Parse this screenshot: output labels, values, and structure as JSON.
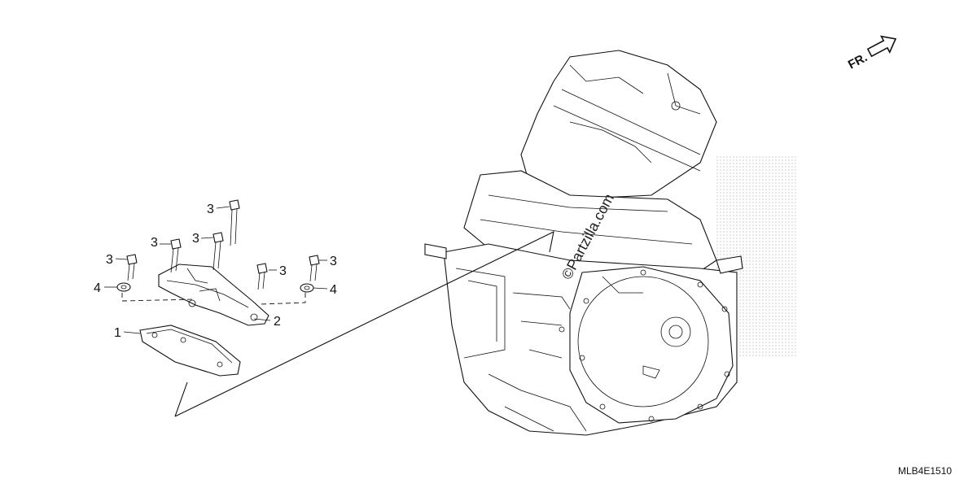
{
  "diagram": {
    "callouts": [
      "1",
      "2",
      "3",
      "3",
      "3",
      "3",
      "3",
      "3",
      "4",
      "4"
    ],
    "direction_label": "FR.",
    "watermark": "©Partzilla.com",
    "reference_code": "MLB4E1510",
    "icons": [
      "front-direction-arrow-icon"
    ]
  }
}
